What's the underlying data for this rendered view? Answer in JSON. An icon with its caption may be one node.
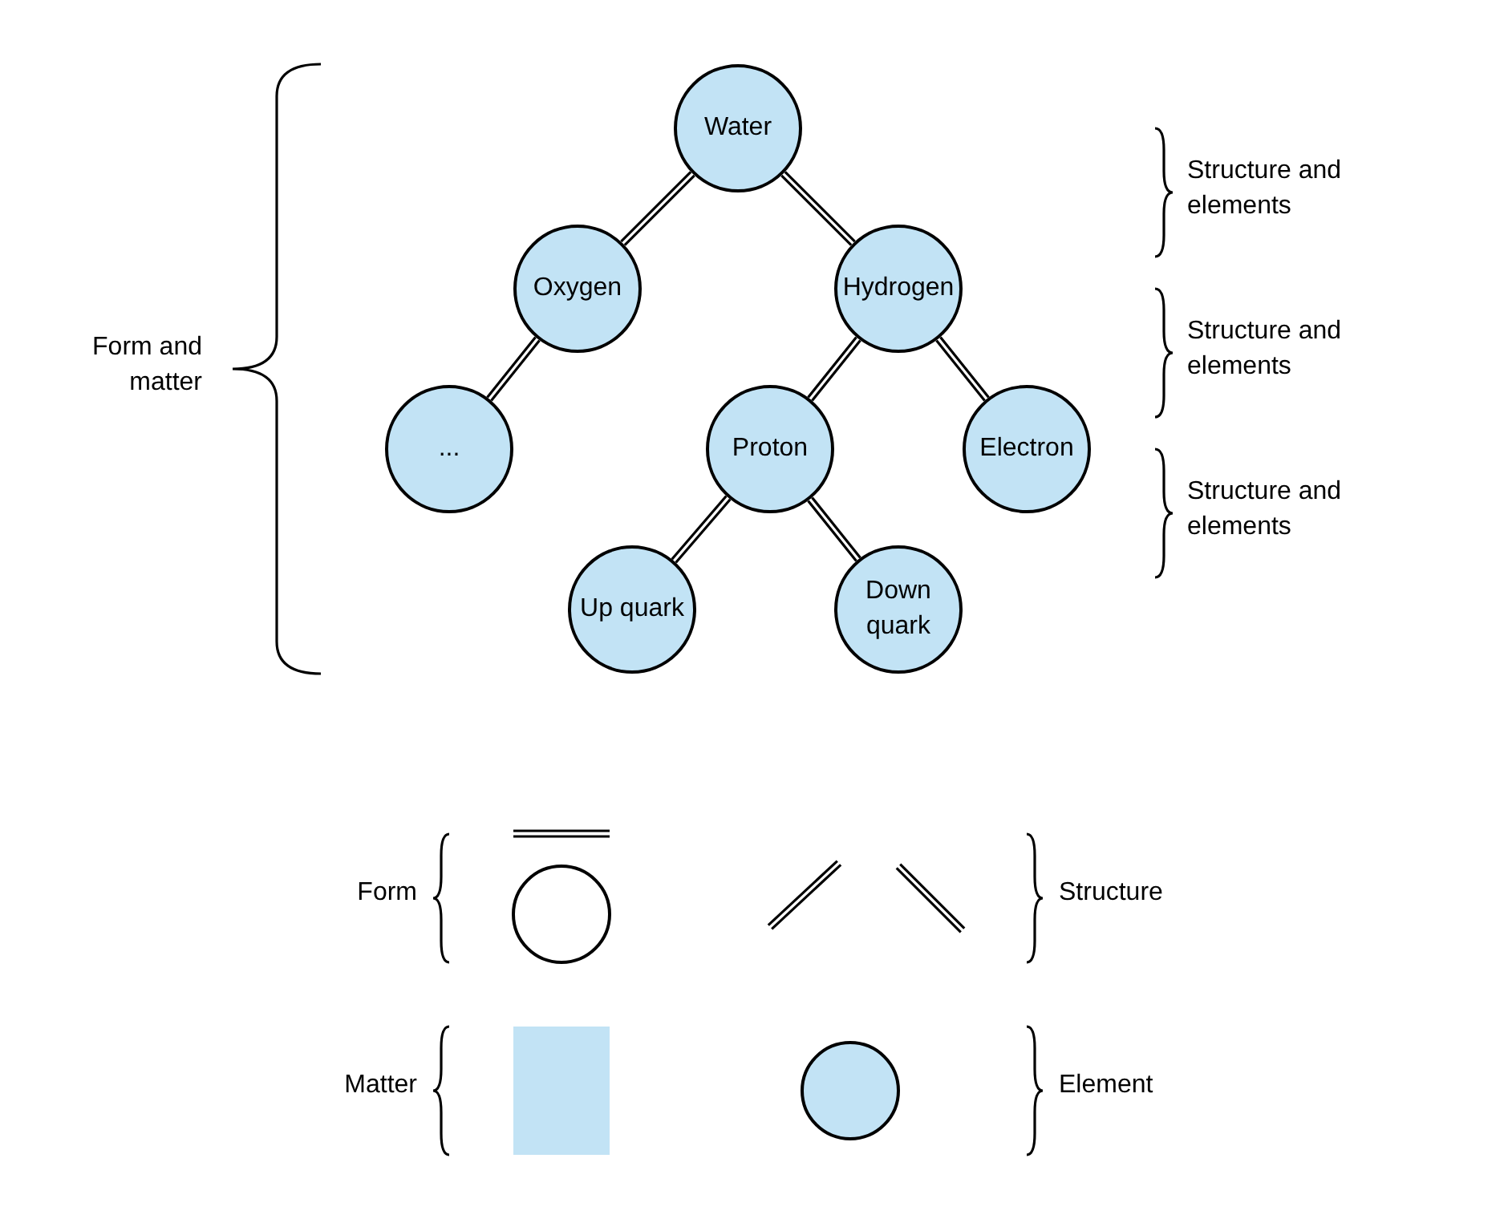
{
  "diagram": {
    "nodes": [
      {
        "text": [
          "Water"
        ]
      },
      {
        "text": [
          "Oxygen"
        ]
      },
      {
        "text": [
          "Hydrogen"
        ]
      },
      {
        "text": [
          "..."
        ]
      },
      {
        "text": [
          "Proton"
        ]
      },
      {
        "text": [
          "Electron"
        ]
      },
      {
        "text": [
          "Up quark"
        ]
      },
      {
        "text": [
          "Down quark"
        ]
      }
    ],
    "edges": [
      {
        "from": 0,
        "to": 1,
        "arrow": "none"
      },
      {
        "from": 0,
        "to": 2,
        "arrow": "none"
      },
      {
        "from": 1,
        "to": 3,
        "arrow": "none"
      },
      {
        "from": 2,
        "to": 4,
        "arrow": "none"
      },
      {
        "from": 2,
        "to": 5,
        "arrow": "none"
      },
      {
        "from": 4,
        "to": 6,
        "arrow": "none"
      },
      {
        "from": 4,
        "to": 7,
        "arrow": "none"
      }
    ],
    "labels": [
      "Form and matter",
      "Structure and elements",
      "Structure and elements",
      "Structure and elements"
    ],
    "legend": [
      {
        "text": "Form"
      },
      {
        "text": "Structure"
      },
      {
        "text": "Matter",
        "color": "#c2e3f5"
      },
      {
        "text": "Element"
      }
    ]
  }
}
